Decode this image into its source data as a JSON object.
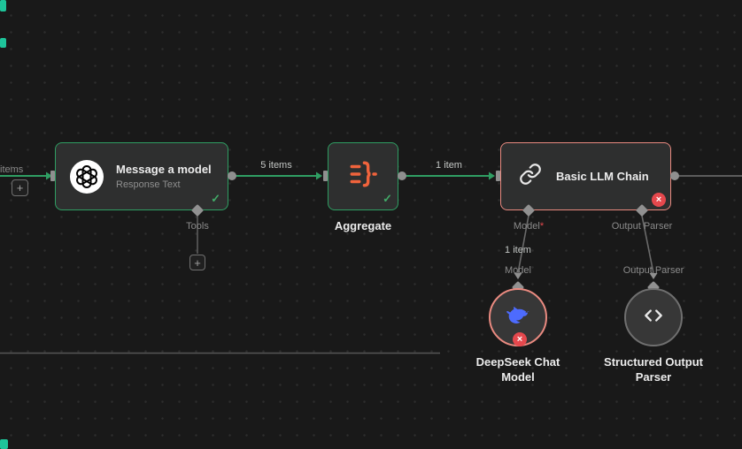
{
  "canvas": {
    "colors": {
      "background": "#191919",
      "connection_green": "#2f9e63",
      "node_error_border": "#e98a80",
      "error_badge": "#e5484d",
      "aggregate_icon_orange": "#f0633c",
      "deepseek_blue": "#4d6bfe",
      "offscreen_node_teal": "#1ec49a",
      "gray_connection": "#5c5c5c"
    },
    "icons": {
      "message_model": "openai-logo-icon",
      "aggregate": "aggregate-funnel-icon",
      "llm_chain": "chain-link-icon",
      "deepseek": "whale-logo-icon",
      "structured_parser": "code-brackets-icon"
    }
  },
  "edges": {
    "incoming_label": "items",
    "msg_to_agg_label": "5 items",
    "agg_to_llm_label": "1 item"
  },
  "nodes": {
    "message_model": {
      "title": "Message a model",
      "subtitle": "Response Text",
      "status": "✓",
      "tools_port": "Tools"
    },
    "aggregate": {
      "label": "Aggregate",
      "status": "✓"
    },
    "llm_chain": {
      "title": "Basic LLM Chain",
      "model_port": "Model",
      "model_required": "*",
      "parser_port": "Output Parser",
      "error": "×"
    },
    "deepseek": {
      "label": "DeepSeek Chat Model",
      "edge_item_count": "1 item",
      "edge_type": "Model",
      "error": "×"
    },
    "structured_parser": {
      "label": "Structured Output Parser",
      "edge_type": "Output Parser"
    }
  },
  "buttons": {
    "plus": "+"
  }
}
